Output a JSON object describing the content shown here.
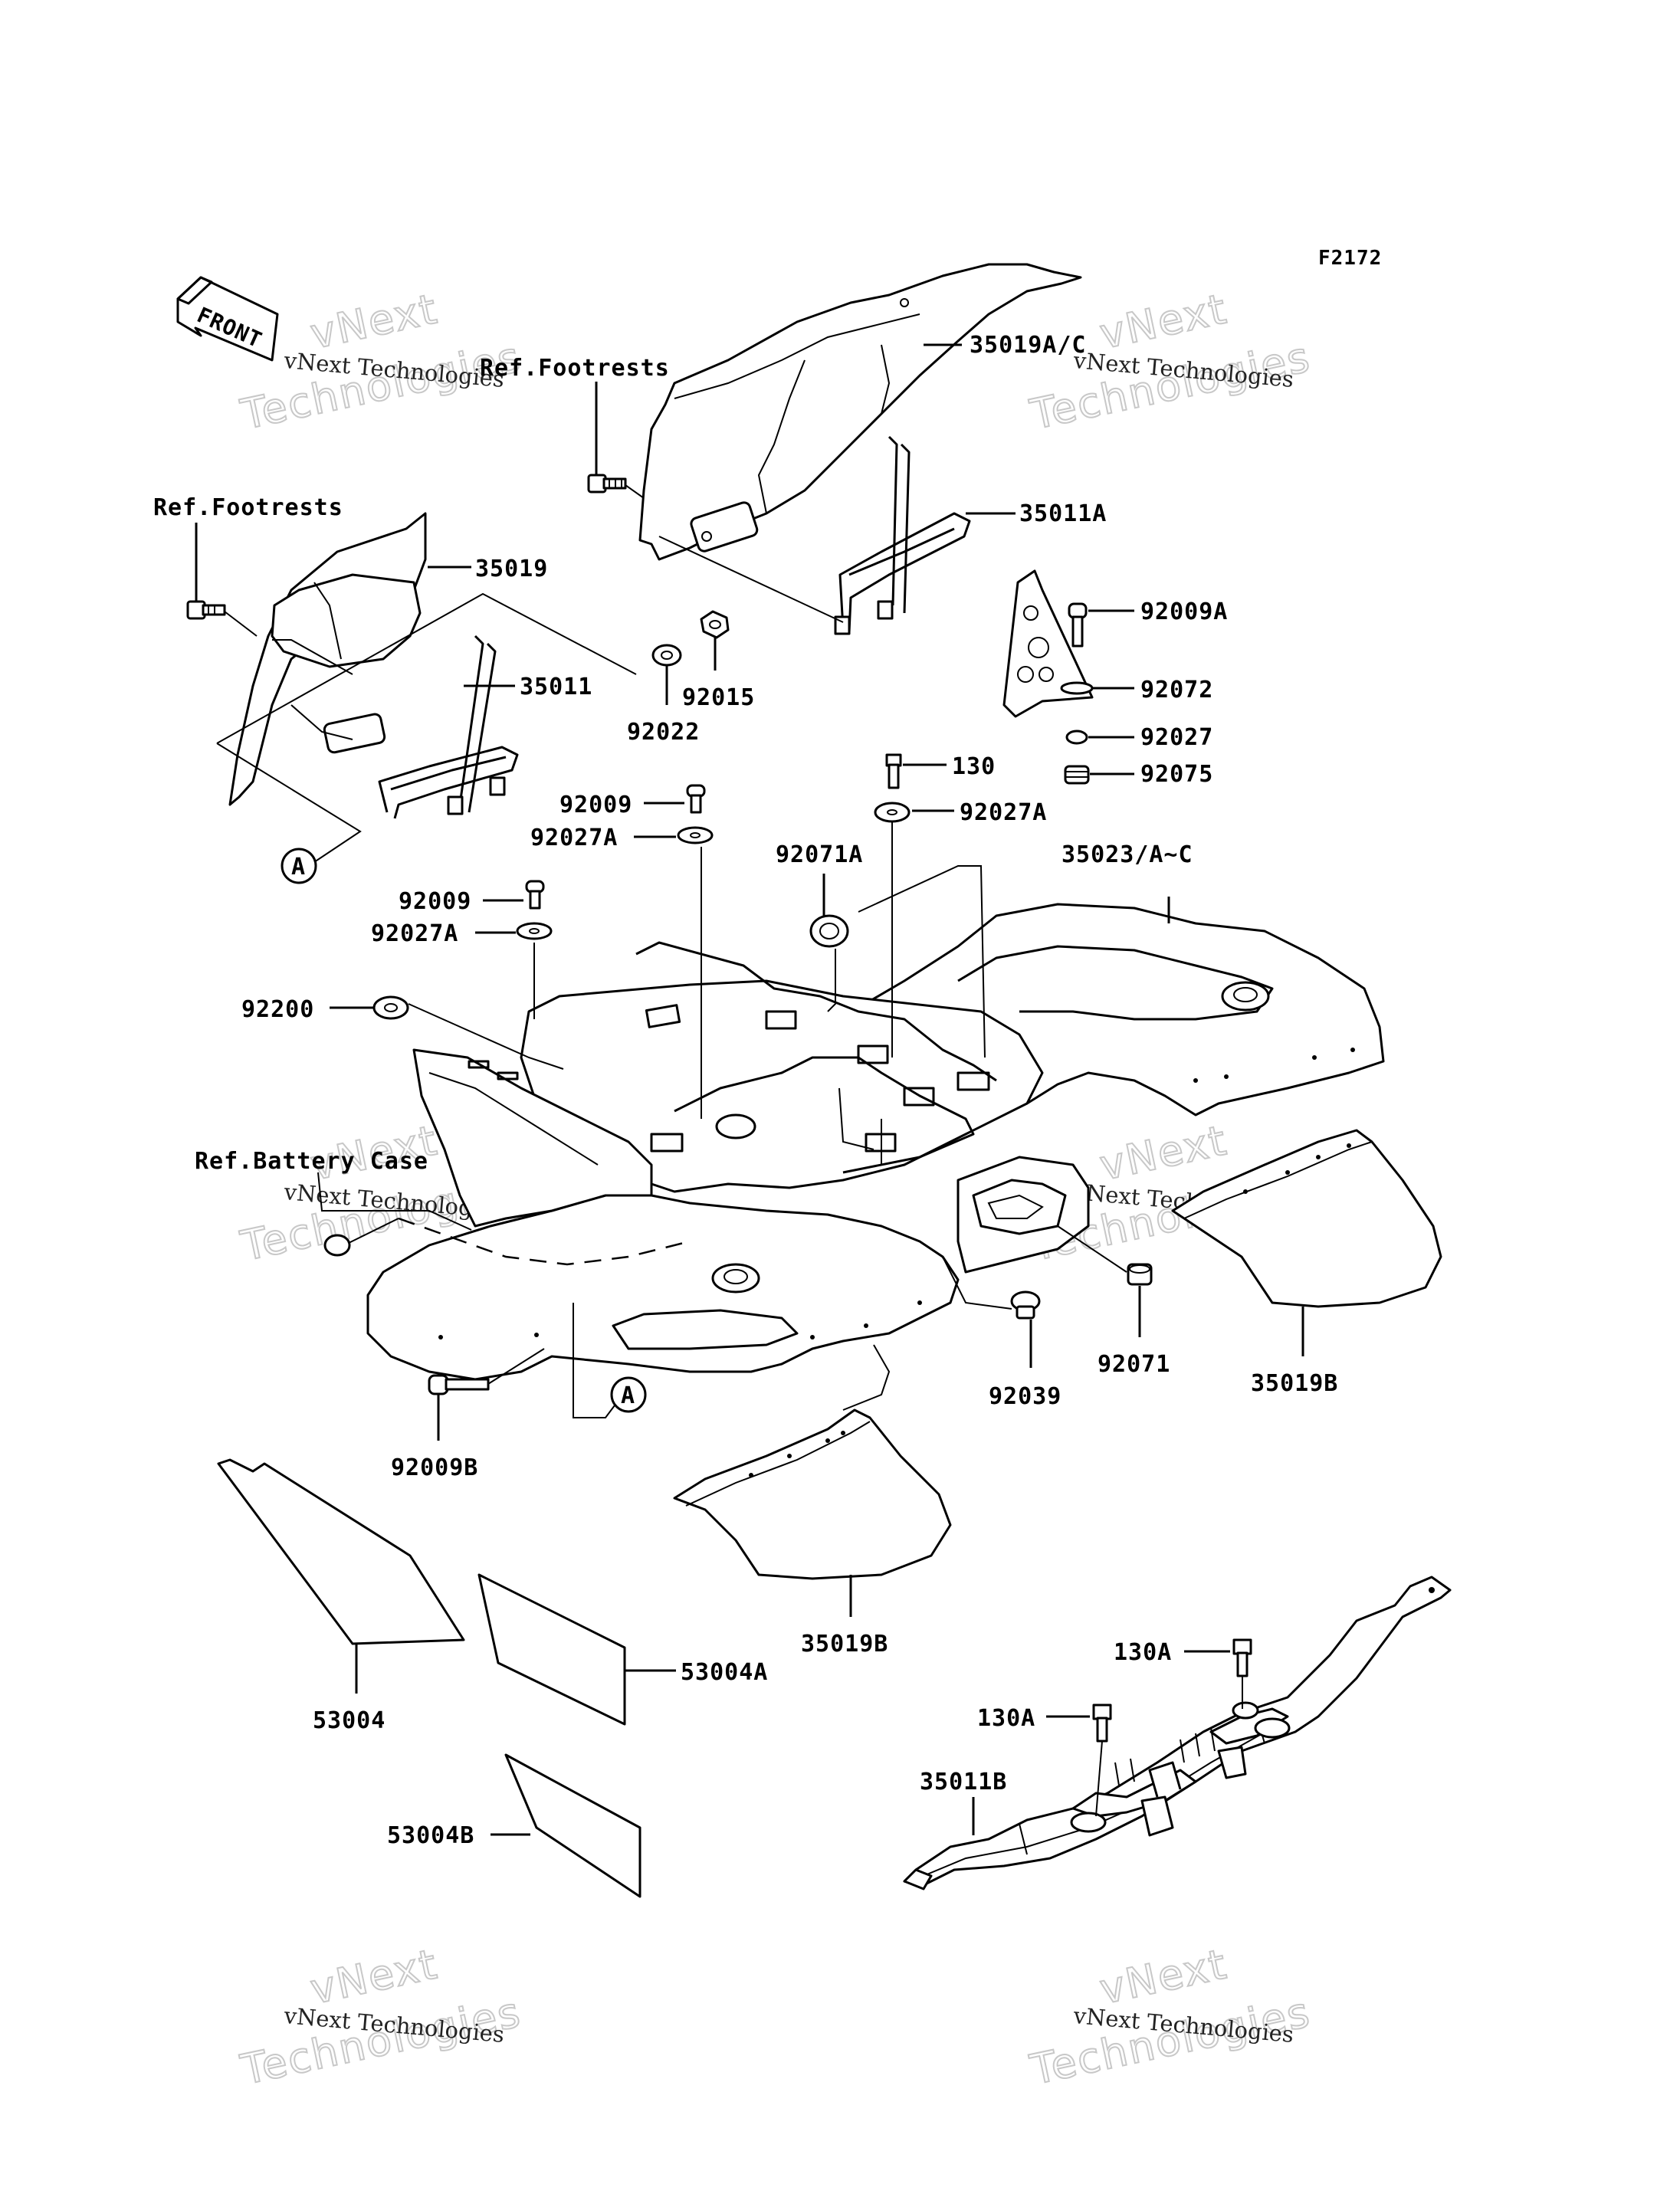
{
  "figure_code": "F2172",
  "front_label": "FRONT",
  "callout_letter": "A",
  "watermark": {
    "line1": "vNext",
    "line2": "Technologies",
    "caption": "vNext Technologies"
  },
  "references": {
    "footrests_top": "Ref.Footrests",
    "footrests_left": "Ref.Footrests",
    "battery_case": "Ref.Battery Case"
  },
  "part_labels": {
    "p35019AC": "35019A/C",
    "p35011A": "35011A",
    "p35019": "35019",
    "p35011": "35011",
    "p92015": "92015",
    "p92022": "92022",
    "p92009A": "92009A",
    "p92072": "92072",
    "p92027": "92027",
    "p92075": "92075",
    "p130": "130",
    "p92027A_r": "92027A",
    "p92009_1": "92009",
    "p92027A_1": "92027A",
    "p92071A": "92071A",
    "p35023": "35023/A~C",
    "p92009_2": "92009",
    "p92027A_2": "92027A",
    "p92200": "92200",
    "p92071": "92071",
    "p92039": "92039",
    "p35019B_r": "35019B",
    "p92009B": "92009B",
    "p35019B_b": "35019B",
    "p53004": "53004",
    "p53004A": "53004A",
    "p53004B": "53004B",
    "p130A_1": "130A",
    "p130A_2": "130A",
    "p35011B": "35011B"
  }
}
